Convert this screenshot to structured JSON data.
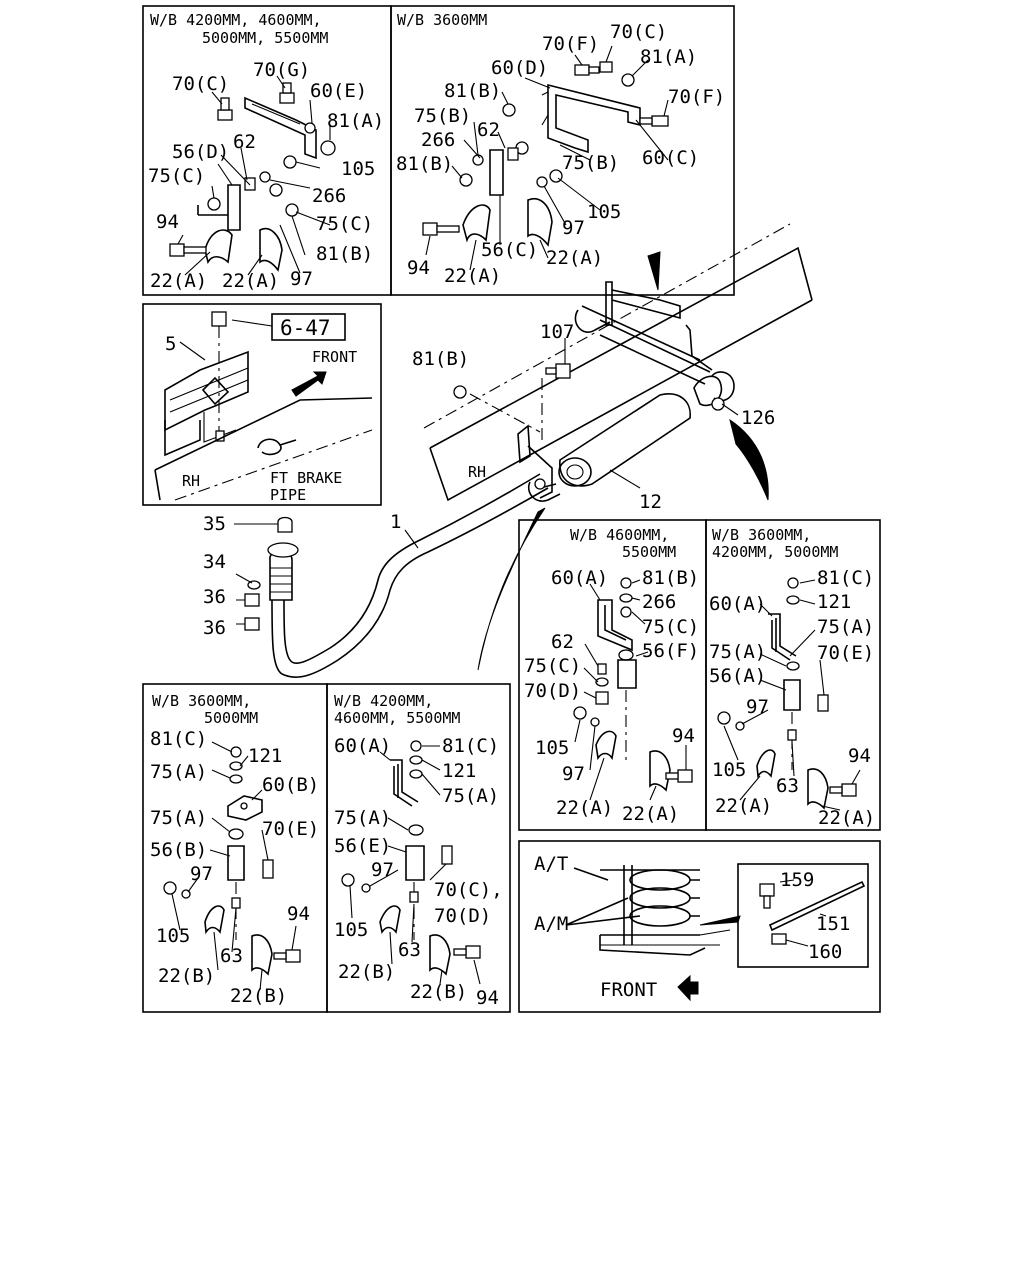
{
  "panels": {
    "top_left": {
      "header": [
        "W/B 4200MM, 4600MM,",
        "5000MM, 5500MM"
      ],
      "labels": [
        "70(C)",
        "70(G)",
        "60(E)",
        "81(A)",
        "62",
        "56(D)",
        "105",
        "75(C)",
        "266",
        "75(C)",
        "94",
        "81(B)",
        "97",
        "22(A)",
        "22(A)"
      ]
    },
    "top_right": {
      "header": [
        "W/B 3600MM"
      ],
      "labels": [
        "70(F)",
        "70(C)",
        "81(A)",
        "60(D)",
        "81(B)",
        "70(F)",
        "75(B)",
        "266",
        "62",
        "75(B)",
        "81(B)",
        "60(C)",
        "105",
        "97",
        "56(C)",
        "94",
        "22(A)",
        "22(A)"
      ]
    },
    "mount": {
      "ref": "6-47",
      "labels": [
        "5",
        "FRONT",
        "RH",
        "FT BRAKE",
        "PIPE"
      ]
    },
    "main": {
      "labels": [
        "107",
        "81(B)",
        "126",
        "RH",
        "12",
        "1",
        "35",
        "34",
        "36",
        "36"
      ]
    },
    "mid_right_a": {
      "header": [
        "W/B 4600MM,",
        "5500MM"
      ],
      "labels": [
        "60(A)",
        "81(B)",
        "266",
        "75(C)",
        "62",
        "56(F)",
        "75(C)",
        "70(D)",
        "105",
        "97",
        "94",
        "22(A)",
        "22(A)"
      ]
    },
    "mid_right_b": {
      "header": [
        "W/B 3600MM,",
        "4200MM, 5000MM"
      ],
      "labels": [
        "81(C)",
        "60(A)",
        "121",
        "75(A)",
        "75(A)",
        "70(E)",
        "56(A)",
        "97",
        "105",
        "94",
        "63",
        "22(A)",
        "22(A)"
      ]
    },
    "bottom_left_a": {
      "header": [
        "W/B 3600MM,",
        "5000MM"
      ],
      "labels": [
        "81(C)",
        "121",
        "75(A)",
        "60(B)",
        "75(A)",
        "70(E)",
        "56(B)",
        "97",
        "94",
        "105",
        "63",
        "22(B)",
        "22(B)"
      ]
    },
    "bottom_left_b": {
      "header": [
        "W/B 4200MM,",
        "4600MM, 5500MM"
      ],
      "labels": [
        "60(A)",
        "81(C)",
        "121",
        "75(A)",
        "75(A)",
        "56(E)",
        "97",
        "70(C),",
        "70(D)",
        "105",
        "63",
        "22(B)",
        "22(B)",
        "94"
      ]
    },
    "bottom_right": {
      "labels": [
        "A/T",
        "A/M",
        "FRONT",
        "159",
        "151",
        "160"
      ]
    }
  }
}
